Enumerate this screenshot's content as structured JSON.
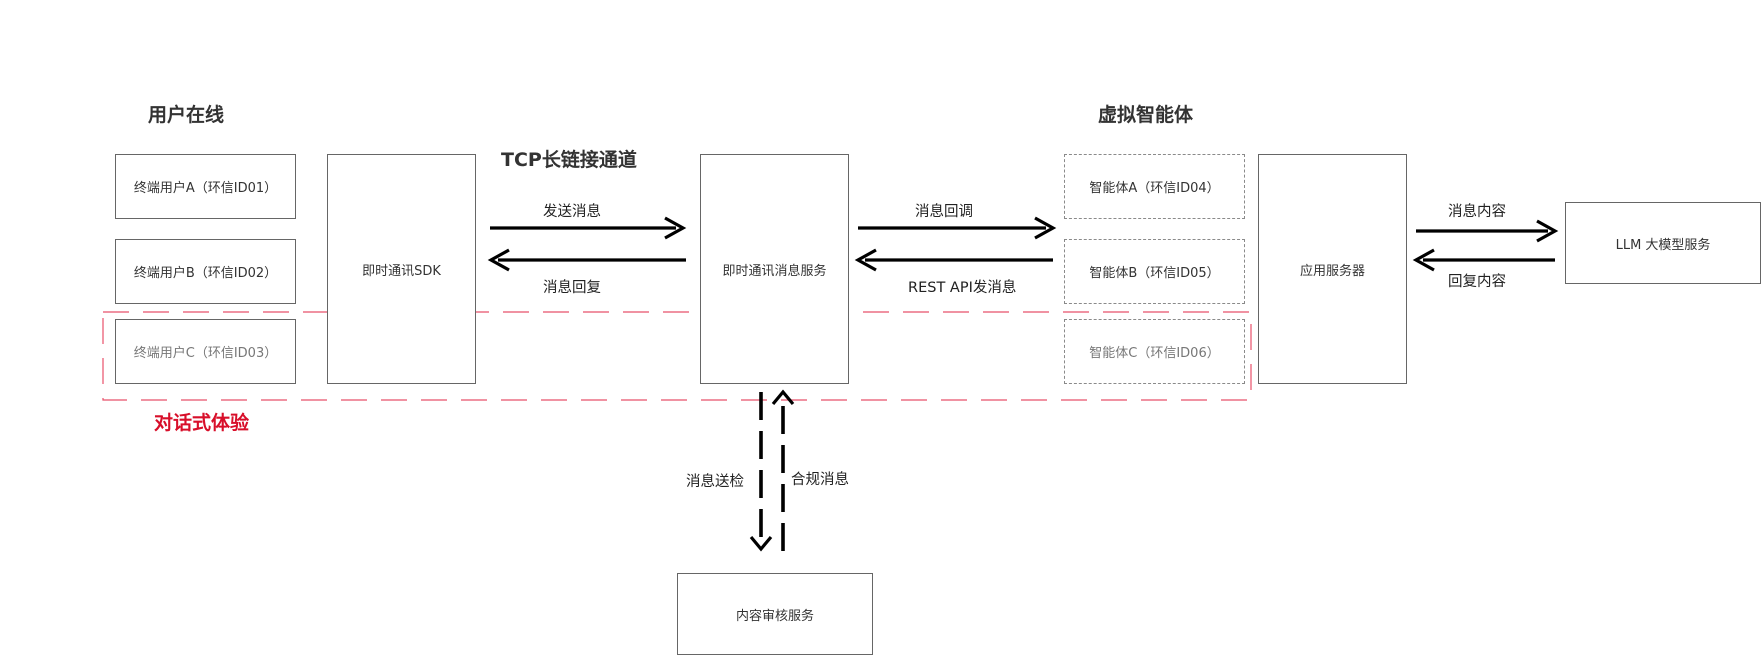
{
  "headings": {
    "user_online": "用户在线",
    "tcp_channel": "TCP长链接通道",
    "virtual_agent": "虚拟智能体",
    "conversation": "对话式体验"
  },
  "nodes": {
    "user_a": "终端用户A（环信ID01）",
    "user_b": "终端用户B（环信ID02）",
    "user_c": "终端用户C（环信ID03）",
    "sdk": "即时通讯SDK",
    "im_service": "即时通讯消息服务",
    "agent_a": "智能体A（环信ID04）",
    "agent_b": "智能体B（环信ID05）",
    "agent_c": "智能体C（环信ID06）",
    "app_server": "应用服务器",
    "llm_service": "LLM 大模型服务",
    "moderation_service": "内容审核服务"
  },
  "edges": {
    "send_message": "发送消息",
    "message_reply": "消息回复",
    "message_callback": "消息回调",
    "rest_api_send": "REST API发消息",
    "message_content": "消息内容",
    "reply_content": "回复内容",
    "message_check": "消息送检",
    "compliant_message": "合规消息"
  },
  "colors": {
    "highlight_region": "#e8516a",
    "region_label": "#d80f2a",
    "arrow": "#000000"
  }
}
